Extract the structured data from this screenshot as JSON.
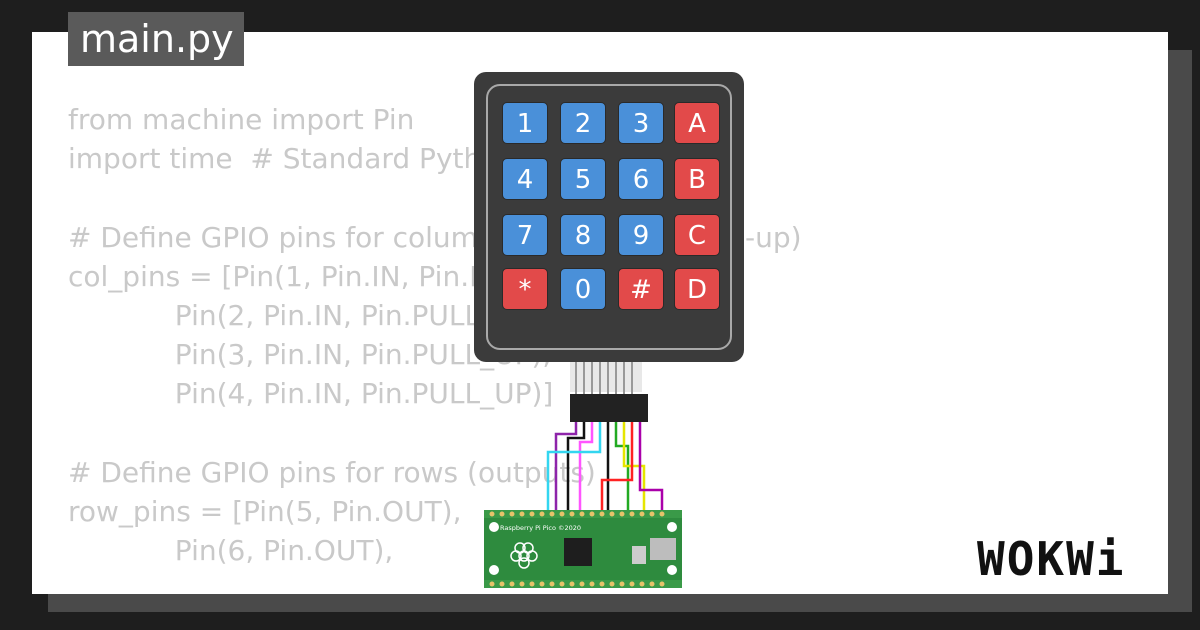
{
  "file_tab": {
    "label": "main.py"
  },
  "code_lines": [
    "from machine import Pin",
    "import time  # Standard Python time module",
    "",
    "# Define GPIO pins for columns (inputs with pull-up)",
    "col_pins = [Pin(1, Pin.IN, Pin.PULL_UP),",
    "            Pin(2, Pin.IN, Pin.PULL_UP),",
    "            Pin(3, Pin.IN, Pin.PULL_UP),",
    "            Pin(4, Pin.IN, Pin.PULL_UP)]",
    "",
    "# Define GPIO pins for rows (outputs)",
    "row_pins = [Pin(5, Pin.OUT),",
    "            Pin(6, Pin.OUT),"
  ],
  "keypad": {
    "keys": [
      [
        "1",
        "2",
        "3",
        "A"
      ],
      [
        "4",
        "5",
        "6",
        "B"
      ],
      [
        "7",
        "8",
        "9",
        "C"
      ],
      [
        "*",
        "0",
        "#",
        "D"
      ]
    ]
  },
  "board": {
    "label": "Raspberry Pi Pico ©2020"
  },
  "logo": {
    "text": "WOKWi"
  },
  "colors": {
    "key_blue": "#4a90d9",
    "key_red": "#e24a4a",
    "board_green": "#2e8b3e",
    "wire_colors": [
      "#8e24aa",
      "#111111",
      "#ff55ff",
      "#33d6f0",
      "#e6e600",
      "#22aa22",
      "#ff2222",
      "#aa00aa"
    ]
  }
}
